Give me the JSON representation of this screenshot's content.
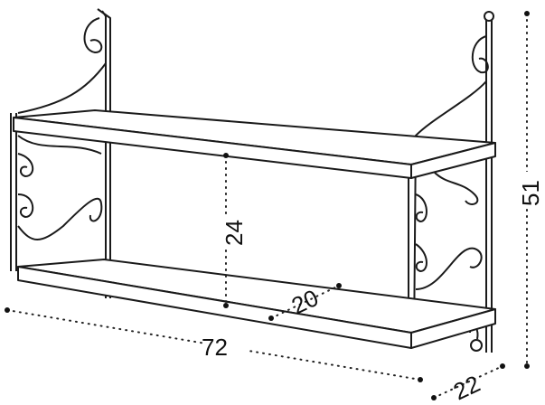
{
  "dimensions": {
    "width": "72",
    "height_between_shelves": "24",
    "shelf_depth": "20",
    "total_height": "51",
    "total_depth": "22"
  },
  "colors": {
    "line": "#1a1a1a",
    "background": "#ffffff"
  }
}
